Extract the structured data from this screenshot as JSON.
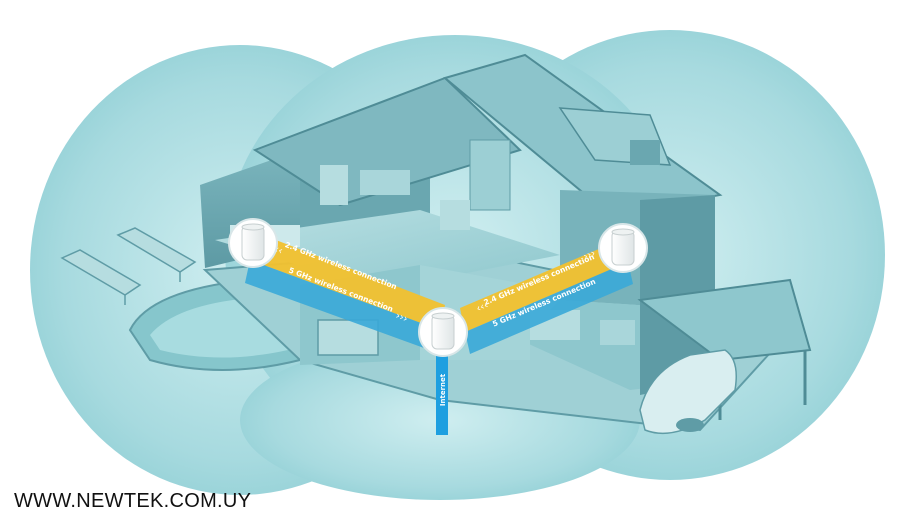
{
  "image": {
    "subject": "Cutaway house with three mesh Wi-Fi nodes",
    "watermark": "WWW.NEWTEK.COM.UY",
    "connections": {
      "left_band": "2.4 GHz wireless connection",
      "left_lower": "5 GHz wireless connection",
      "right_band": "2.4 GHz wireless connection",
      "right_lower": "5 GHz wireless connection",
      "uplink": "Internet"
    },
    "colors": {
      "coverage": "#9fd6db",
      "band_24": "#f2c12e",
      "band_5": "#3aa8d8",
      "uplink": "#1e9fe0",
      "house": "#5f9ca6"
    },
    "icons": [
      "mesh-node-icon",
      "chevron-icon"
    ]
  }
}
